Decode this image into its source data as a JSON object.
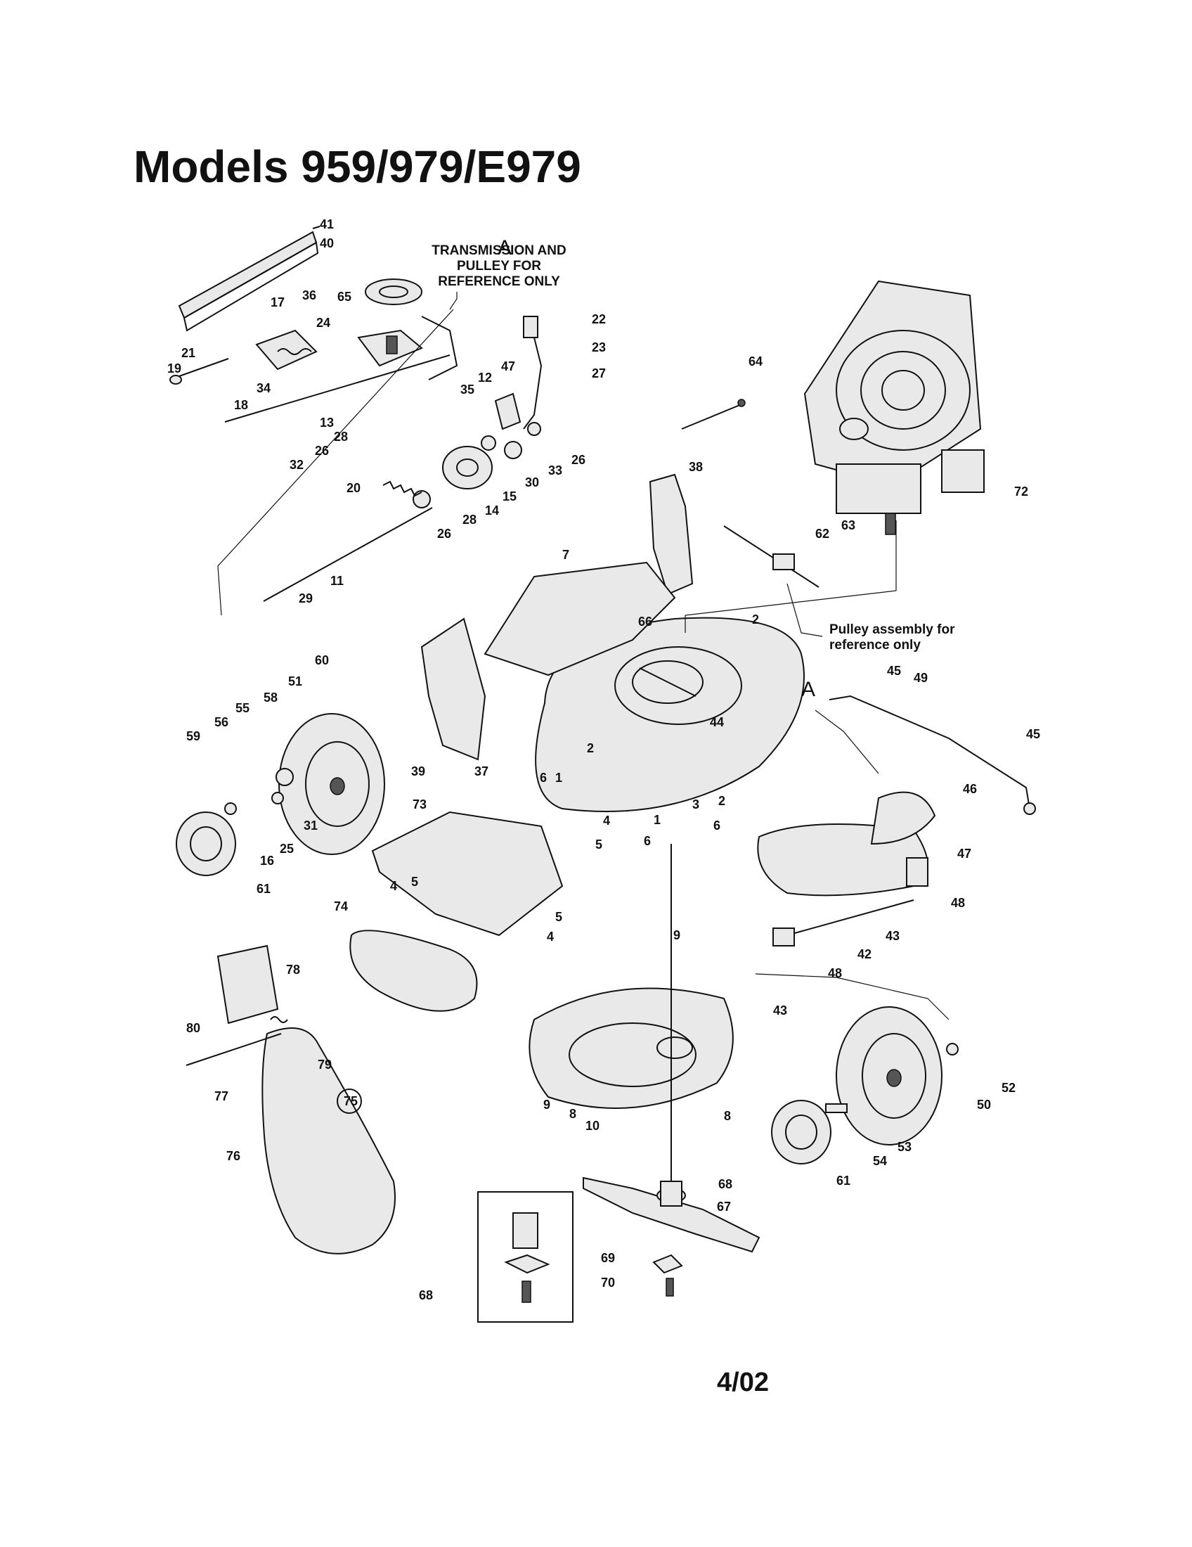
{
  "title": "Models 959/979/E979",
  "footer_date": "4/02",
  "notes": {
    "transmission": [
      "TRANSMISSION AND",
      "PULLEY FOR",
      "REFERENCE ONLY"
    ],
    "pulley": [
      "Pulley assembly for",
      "reference only"
    ]
  },
  "reference_marks": [
    "A",
    "A"
  ],
  "callouts": [
    "1",
    "2",
    "3",
    "4",
    "5",
    "6",
    "7",
    "8",
    "9",
    "10",
    "11",
    "12",
    "13",
    "14",
    "15",
    "16",
    "17",
    "18",
    "19",
    "20",
    "21",
    "22",
    "23",
    "24",
    "25",
    "26",
    "27",
    "28",
    "29",
    "30",
    "31",
    "32",
    "33",
    "34",
    "35",
    "36",
    "37",
    "38",
    "39",
    "40",
    "41",
    "42",
    "43",
    "44",
    "45",
    "46",
    "47",
    "48",
    "49",
    "50",
    "51",
    "52",
    "53",
    "54",
    "55",
    "56",
    "58",
    "59",
    "60",
    "61",
    "62",
    "63",
    "64",
    "65",
    "66",
    "67",
    "68",
    "69",
    "70",
    "72",
    "73",
    "74",
    "75",
    "76",
    "77",
    "78",
    "79",
    "80"
  ]
}
